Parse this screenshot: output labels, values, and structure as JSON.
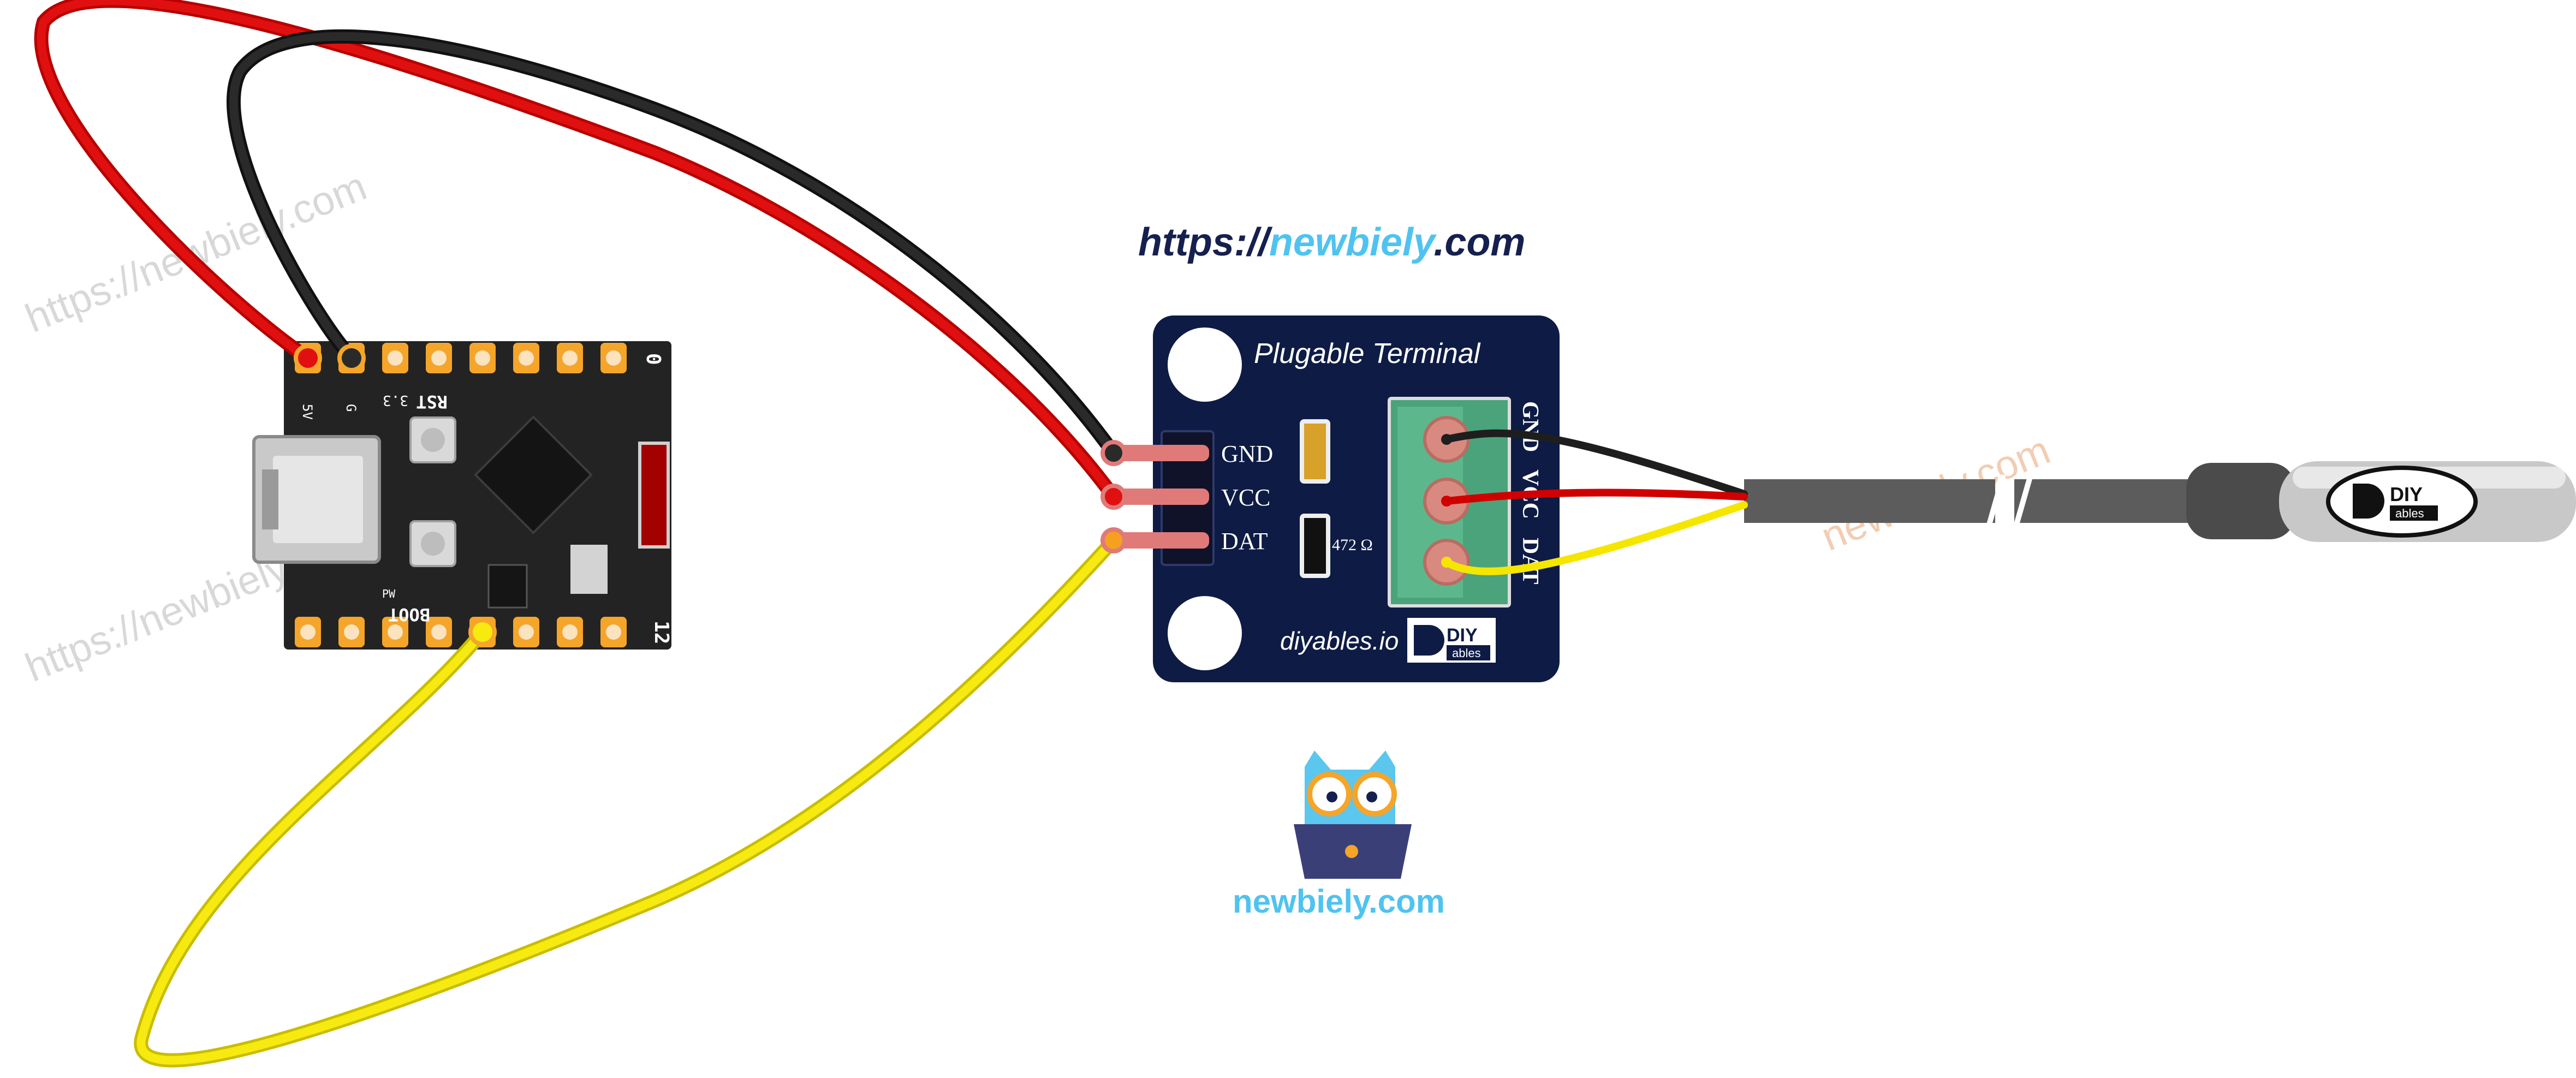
{
  "header_url": {
    "prefix": "https://",
    "brand": "newbiely",
    "suffix": ".com"
  },
  "terminal_module": {
    "title": "Plugable Terminal",
    "pins": [
      "GND",
      "VCC",
      "DAT"
    ],
    "terminal_labels": [
      "GND",
      "VCC",
      "DAT"
    ],
    "resistor_label": "472 Ω",
    "footer_text": "diyables.io",
    "logo_top": "DIY",
    "logo_bottom": "ables"
  },
  "board": {
    "top_labels": [
      "5V",
      "G",
      "3.3",
      "RST",
      "0"
    ],
    "bottom_labels": [
      "BOOT",
      "PW",
      "12"
    ]
  },
  "sensor_logo": {
    "top": "DIY",
    "bottom": "ables"
  },
  "watermarks": [
    "https://newbiely.com",
    "https://newbiely.com",
    "newbiely.com"
  ],
  "mascot_caption": "newbiely.com",
  "colors": {
    "wire_red": "#d10000",
    "wire_black": "#1e1e1e",
    "wire_yellow": "#f5e600",
    "module_navy": "#0d1b45",
    "board_black": "#232323",
    "pad_orange": "#f4a52a",
    "brand_blue": "#4fc3f0",
    "url_navy": "#15204f"
  }
}
